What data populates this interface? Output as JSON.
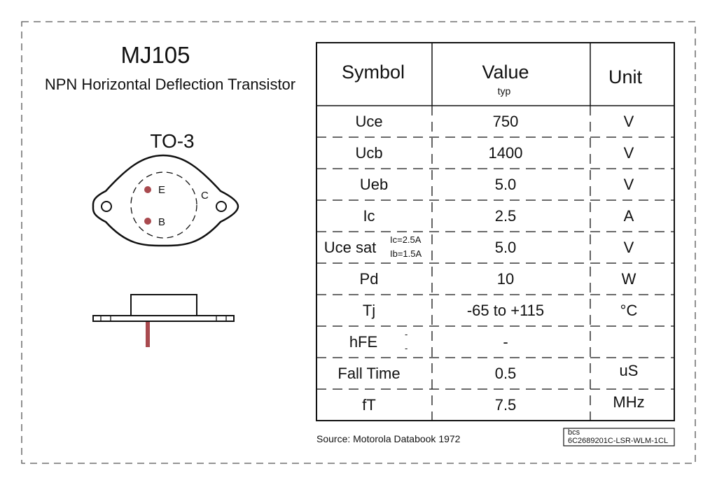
{
  "title": "MJ105",
  "subtitle": "NPN Horizontal Deflection Transistor",
  "package": {
    "name": "TO-3",
    "pins": {
      "e": "E",
      "b": "B",
      "c": "C"
    }
  },
  "colors": {
    "pin": "#a94a4f",
    "line": "#111111"
  },
  "table": {
    "headers": {
      "symbol": "Symbol",
      "value": "Value",
      "value_sub": "typ",
      "unit": "Unit"
    },
    "rows": [
      {
        "symbol": "Uce",
        "value": "750",
        "unit": "V"
      },
      {
        "symbol": "Ucb",
        "value": "1400",
        "unit": "V"
      },
      {
        "symbol": "Ueb",
        "value": "5.0",
        "unit": "V"
      },
      {
        "symbol": "Ic",
        "value": "2.5",
        "unit": "A"
      },
      {
        "symbol": "Uce sat",
        "cond1": "Ic=2.5A",
        "cond2": "Ib=1.5A",
        "value": "5.0",
        "unit": "V"
      },
      {
        "symbol": "Pd",
        "value": "10",
        "unit": "W"
      },
      {
        "symbol": "Tj",
        "value": "-65 to +115",
        "unit": "°C"
      },
      {
        "symbol": "hFE",
        "cond1": "-",
        "cond2": "-",
        "value": "-",
        "unit": ""
      },
      {
        "symbol": "Fall Time",
        "value": "0.5",
        "unit": "uS"
      },
      {
        "symbol": "fT",
        "value": "7.5",
        "unit": "MHz"
      }
    ]
  },
  "source": "Source: Motorola Databook 1972",
  "code": {
    "line1": "bcs",
    "line2": "6C2689201C-LSR-WLM-1CL"
  }
}
